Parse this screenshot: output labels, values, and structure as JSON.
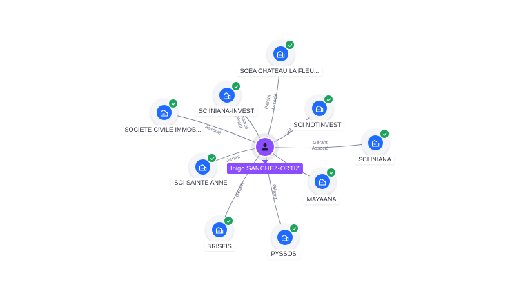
{
  "center": {
    "label": "Inigo SANCHEZ-ORTIZ",
    "icon": "person-icon",
    "color": "#8a4dff"
  },
  "nodes": [
    {
      "id": "scea",
      "label": "SCEA CHATEAU LA FLEU...",
      "icon": "building-icon",
      "verified": true
    },
    {
      "id": "sc-iniana-invest",
      "label": "SC INIANA-INVEST",
      "icon": "building-icon",
      "verified": true
    },
    {
      "id": "sci-notinvest",
      "label": "SCI NOTINVEST",
      "icon": "building-icon",
      "verified": true
    },
    {
      "id": "societe-civile",
      "label": "SOCIETE CIVILE IMMOB...",
      "icon": "building-icon",
      "verified": true
    },
    {
      "id": "sci-iniana",
      "label": "SCI INIANA",
      "icon": "building-icon",
      "verified": true
    },
    {
      "id": "sci-sainte-anne",
      "label": "SCI SAINTE ANNE",
      "icon": "building-icon",
      "verified": true
    },
    {
      "id": "mayaana",
      "label": "MAYAANA",
      "icon": "building-icon",
      "verified": true
    },
    {
      "id": "briseis",
      "label": "BRISEIS",
      "icon": "building-icon",
      "verified": true
    },
    {
      "id": "pyssos",
      "label": "PYSSOS",
      "icon": "building-icon",
      "verified": true
    }
  ],
  "edges": [
    {
      "to": "scea",
      "roles": [
        "Gérant",
        "Associé"
      ]
    },
    {
      "to": "sc-iniana-invest",
      "roles": [
        "Gérant",
        "Associé"
      ]
    },
    {
      "to": "sci-notinvest",
      "roles": [
        "Gér"
      ]
    },
    {
      "to": "societe-civile",
      "roles": [
        "Associé"
      ]
    },
    {
      "to": "sci-iniana",
      "roles": [
        "Gérant",
        "Associé"
      ]
    },
    {
      "to": "sci-sainte-anne",
      "roles": [
        "Gérant"
      ]
    },
    {
      "to": "mayaana",
      "roles": []
    },
    {
      "to": "briseis",
      "roles": [
        "Gérant"
      ]
    },
    {
      "to": "pyssos",
      "roles": [
        "Gérant"
      ]
    }
  ],
  "colors": {
    "company": "#1f6bff",
    "verified": "#1aa35b",
    "edge": "#7d8196"
  }
}
